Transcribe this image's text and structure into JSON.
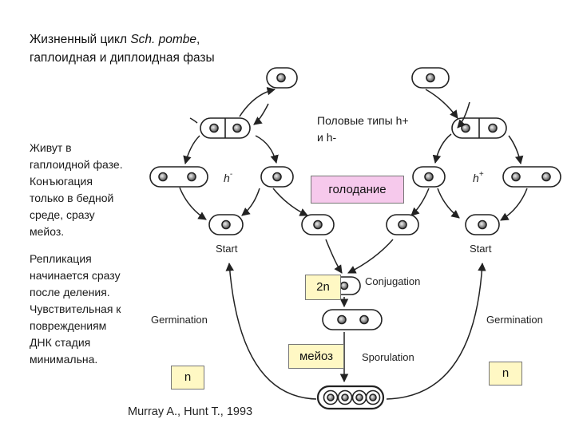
{
  "title": {
    "line1_prefix": "Жизненный цикл ",
    "line1_species": "Sch. pombe",
    "line1_suffix": ",",
    "line2": "гаплоидная  и диплоидная фазы"
  },
  "notes": {
    "haploid": "Живут в\nгаплоидной фазе.\nКонъюгация\nтолько в бедной\nсреде, сразу\nмейоз.",
    "replication": "Репликация\nначинается сразу\nпосле деления.\nЧувствительная к\nповреждениям\nДНК стадия\nминимальна.",
    "mating_types": "Половые типы h+\nи h-"
  },
  "boxes": {
    "starvation": "голодание",
    "diploid": "2n",
    "meiosis": "мейоз",
    "haploid_left": "n",
    "haploid_right": "n"
  },
  "diagram_labels": {
    "h_minus": "h",
    "h_minus_sup": "-",
    "h_plus": "h",
    "h_plus_sup": "+",
    "start_left": "Start",
    "start_right": "Start",
    "conjugation": "Conjugation",
    "germination_left": "Germination",
    "germination_right": "Germination",
    "sporulation": "Sporulation"
  },
  "citation": "Murray A., Hunt T., 1993",
  "colors": {
    "yellow_box": "#fff8c4",
    "pink_box": "#f6c9ec"
  }
}
